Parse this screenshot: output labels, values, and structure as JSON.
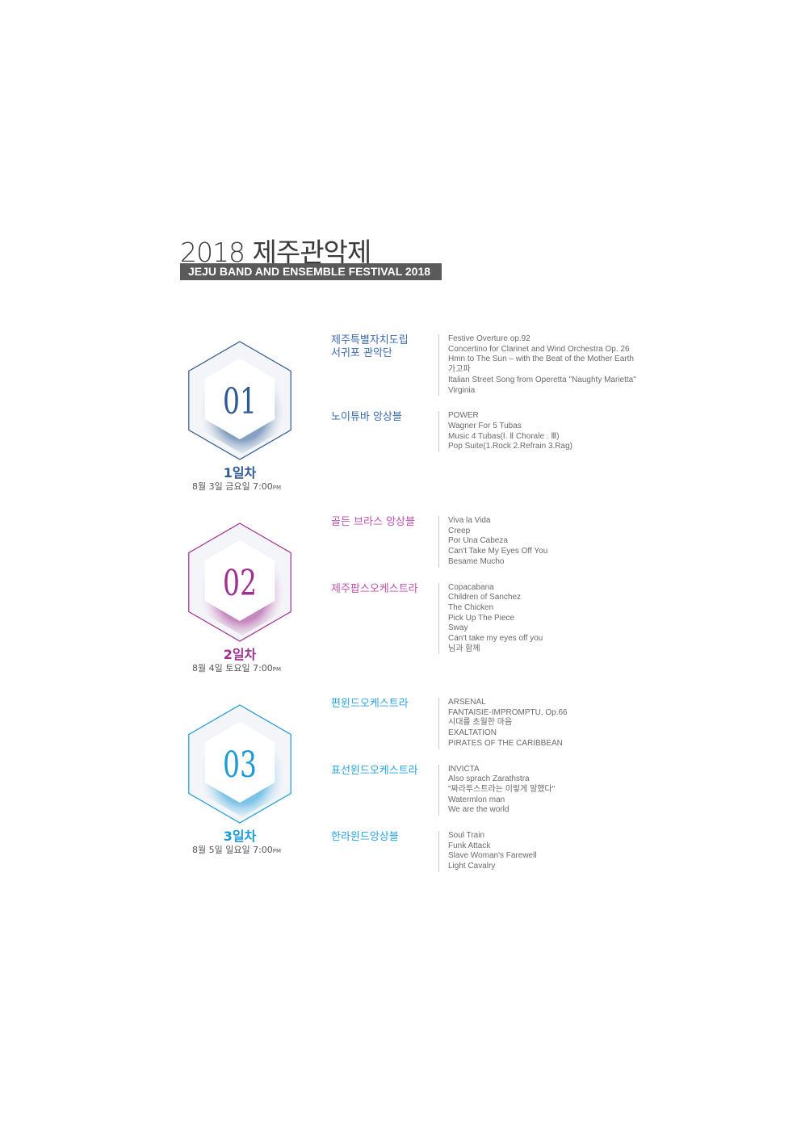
{
  "header": {
    "title": "2018 제주관악제",
    "subtitle": "JEJU BAND AND ENSEMBLE FESTIVAL 2018"
  },
  "days": [
    {
      "number": "01",
      "label": "1일차",
      "date": "8월 3일 금요일 7:00",
      "ampm": "PM",
      "color": "#2d5a94",
      "name_color": "#3a6cb0",
      "groups": [
        {
          "name": "제주특별자치도립 서귀포 관악단",
          "songs": [
            "Festive Overture op.92",
            "Concertino for Clarinet and Wind Orchestra Op. 26",
            "Hmn to The Sun – with the Beat of the Mother Earth",
            "가고파",
            "Italian Street Song from Operetta \"Naughty Marietta\"",
            "Virginia"
          ]
        },
        {
          "name": "노이튜바 앙상블",
          "songs": [
            "POWER",
            "Wagner For 5 Tubas",
            "Music 4 Tubas(Ⅰ. Ⅱ Chorale . Ⅲ)",
            "Pop Suite(1.Rock 2.Refrain 3.Rag)"
          ]
        }
      ]
    },
    {
      "number": "02",
      "label": "2일차",
      "date": "8월 4일 토요일 7:00",
      "ampm": "PM",
      "color": "#a0308f",
      "name_color": "#c050b0",
      "groups": [
        {
          "name": "골든 브라스 앙상블",
          "songs": [
            "Viva la Vida",
            "Creep",
            "Por Una Cabeza",
            "Can't Take My Eyes Off You",
            "Besame Mucho"
          ]
        },
        {
          "name": "제주팝스오케스트라",
          "songs": [
            "Copacabana",
            "Children of Sanchez",
            "The Chicken",
            "Pick Up The Piece",
            "Sway",
            "Can't take my eyes off you",
            "님과 함께"
          ]
        }
      ]
    },
    {
      "number": "03",
      "label": "3일차",
      "date": "8월 5일 일요일 7:00",
      "ampm": "PM",
      "color": "#1a9ad8",
      "name_color": "#2aa3e0",
      "groups": [
        {
          "name": "편윈드오케스트라",
          "songs": [
            "ARSENAL",
            "FANTAISIE-IMPROMPTU, Op.66",
            "시대를 초월한 마음",
            "EXALTATION",
            "PIRATES OF THE CARIBBEAN"
          ]
        },
        {
          "name": "표선윈드오케스트라",
          "songs": [
            "INVICTA",
            "Also sprach Zarathstra",
            "\"짜라투스트라는 이렇게 말했다\"",
            "Watermlon man",
            "We are the world"
          ]
        },
        {
          "name": "한라윈드앙상블",
          "songs": [
            "Soul Train",
            "Funk Attack",
            "Slave Woman's Farewell",
            "Light Cavalry"
          ]
        }
      ]
    }
  ]
}
